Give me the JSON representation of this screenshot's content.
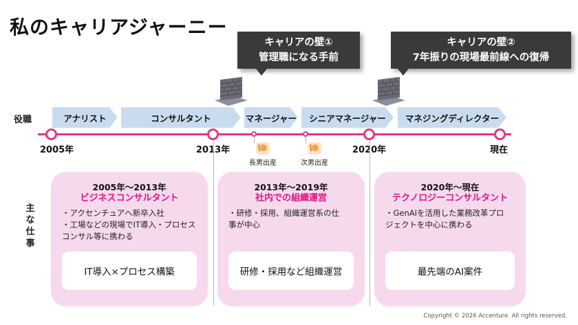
{
  "title": "私のキャリアジャーニー",
  "callouts": [
    {
      "line1": "キャリアの壁①",
      "line2": "管理職になる手前"
    },
    {
      "line1": "キャリアの壁②",
      "line2": "7年振りの現場最前線への復帰"
    }
  ],
  "row_label": "役職",
  "positions": [
    "アナリスト",
    "コンサルタント",
    "マネージャー",
    "シニアマネージャー",
    "マネジングディレクター"
  ],
  "years": [
    "2005年",
    "2013年",
    "2020年",
    "現在"
  ],
  "events": [
    "長男出産",
    "次男出産"
  ],
  "section_label": [
    "主",
    "な",
    "仕",
    "事"
  ],
  "panels": [
    {
      "period": "2005年～2013年",
      "role": "ビジネスコンサルタント",
      "bullets": [
        "・アクセンチュアへ新卒入社",
        "・工場などの現場でIT導入・プロセス\nコンサル等に携わる"
      ],
      "summary": "IT導入×プロセス構築"
    },
    {
      "period": "2013年～2019年",
      "role": "社内での組織運営",
      "bullets": [
        "・研修・採用、組織運営系の仕\n事が中心"
      ],
      "summary": "研修・採用など組織運営"
    },
    {
      "period": "2020年～現在",
      "role": "テクノロジーコンサルタント",
      "bullets": [
        "・GenAIを活用した業務改革プロ\nジェクトを中心に携わる"
      ],
      "summary": "最先端のAI案件"
    }
  ],
  "copyright": "Copyright © 2026 Accenture. All rights reserved."
}
